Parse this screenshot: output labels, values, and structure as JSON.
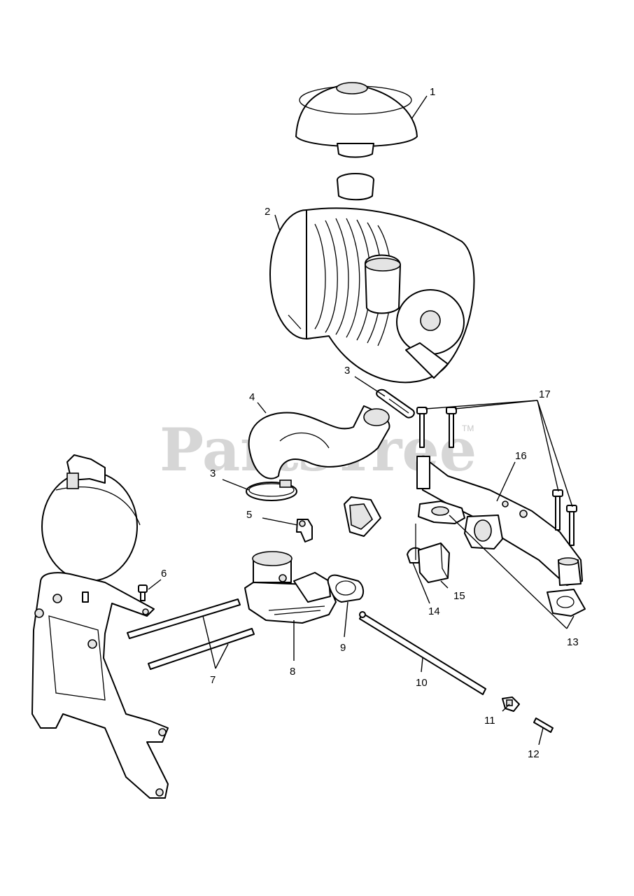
{
  "watermark": {
    "text": "PartsTree",
    "trademark": "TM"
  },
  "callouts": {
    "c1": "1",
    "c2": "2",
    "c3a": "3",
    "c3b": "3",
    "c4": "4",
    "c5": "5",
    "c6": "6",
    "c7": "7",
    "c8": "8",
    "c9": "9",
    "c10": "10",
    "c11": "11",
    "c12": "12",
    "c13": "13",
    "c14": "14",
    "c15": "15",
    "c16": "16",
    "c17": "17"
  }
}
